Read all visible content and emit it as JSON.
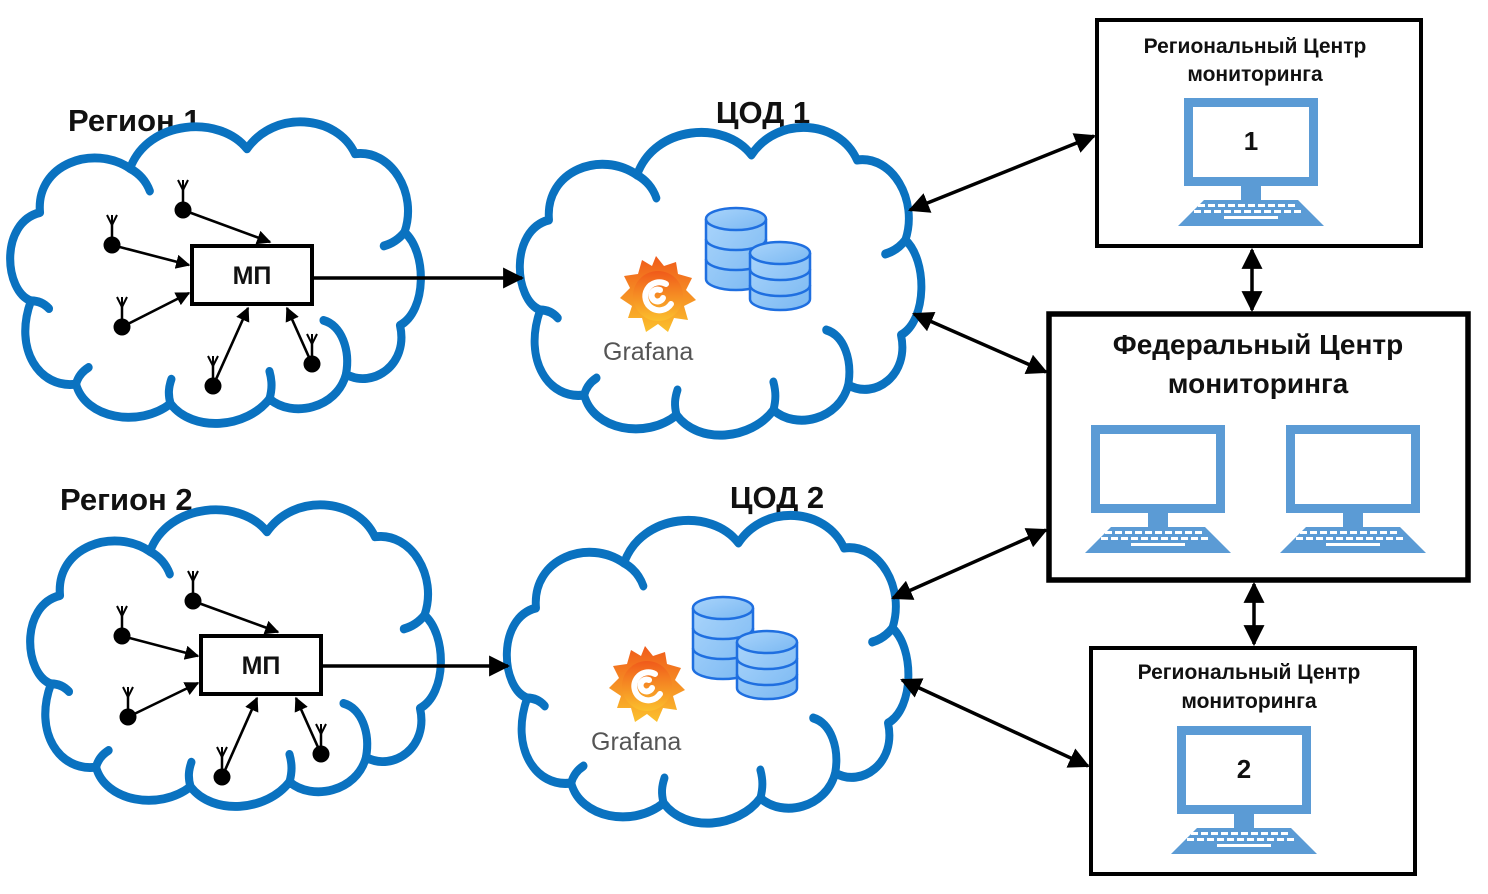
{
  "regions": [
    {
      "title": "Регион 1",
      "node_label": "МП",
      "sensor_count": 5
    },
    {
      "title": "Регион 2",
      "node_label": "МП",
      "sensor_count": 5
    }
  ],
  "data_centers": [
    {
      "title": "ЦОД 1",
      "software_label": "Grafana",
      "icons": [
        "grafana-logo-icon",
        "database-icon"
      ]
    },
    {
      "title": "ЦОД 2",
      "software_label": "Grafana",
      "icons": [
        "grafana-logo-icon",
        "database-icon"
      ]
    }
  ],
  "regional_centers": [
    {
      "title_line1": "Региональный Центр",
      "title_line2": "мониторинга",
      "screen_number": "1"
    },
    {
      "title_line1": "Региональный Центр",
      "title_line2": "мониторинга",
      "screen_number": "2"
    }
  ],
  "federal_center": {
    "title_line1": "Федеральный Центр",
    "title_line2": "мониторинга",
    "workstations": 2
  },
  "connections": [
    {
      "from": "Регион 1 / МП",
      "to": "ЦОД 1",
      "direction": "one-way"
    },
    {
      "from": "Регион 2 / МП",
      "to": "ЦОД 2",
      "direction": "one-way"
    },
    {
      "from": "ЦОД 1",
      "to": "Региональный Центр мониторинга 1",
      "direction": "two-way"
    },
    {
      "from": "ЦОД 1",
      "to": "Федеральный Центр мониторинга",
      "direction": "two-way"
    },
    {
      "from": "ЦОД 2",
      "to": "Федеральный Центр мониторинга",
      "direction": "two-way"
    },
    {
      "from": "ЦОД 2",
      "to": "Региональный Центр мониторинга 2",
      "direction": "two-way"
    },
    {
      "from": "Региональный Центр мониторинга 1",
      "to": "Федеральный Центр мониторинга",
      "direction": "two-way"
    },
    {
      "from": "Федеральный Центр мониторинга",
      "to": "Региональный Центр мониторинга 2",
      "direction": "two-way"
    }
  ],
  "colors": {
    "cloud_stroke": "#0a72c0",
    "monitor_blue": "#5b9bd5",
    "database_blue": "#8cc4f5",
    "database_stroke": "#1f6fe0",
    "grafana_orange": "#f46800",
    "grafana_yellow": "#fbc02d"
  }
}
